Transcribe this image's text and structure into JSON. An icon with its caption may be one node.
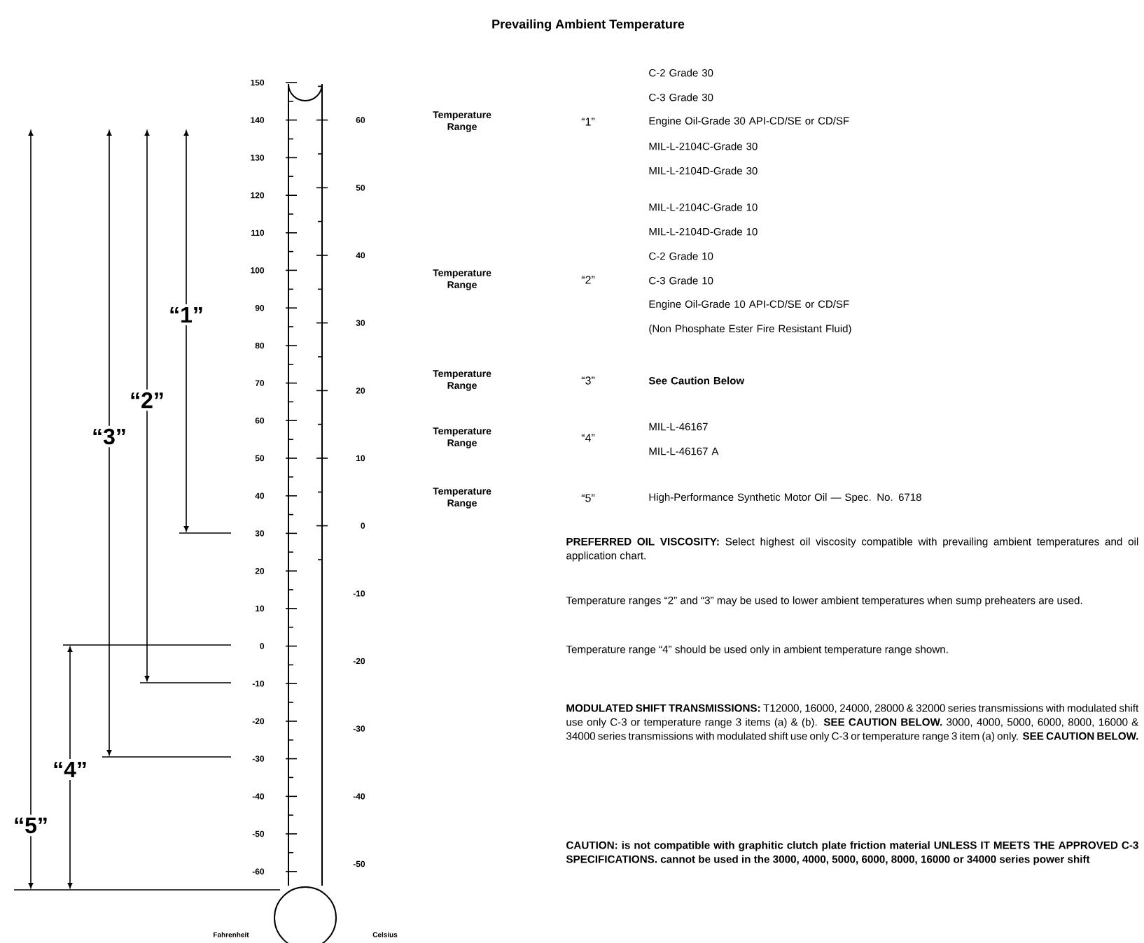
{
  "diagram": {
    "title": "Prevailing Ambient Temperature",
    "labels": [
      "150",
      "140",
      "130",
      "120",
      "110",
      "100",
      "90",
      "80",
      "70",
      "60",
      "50",
      "40",
      "30",
      "20",
      "10",
      "0",
      "-10",
      "-20",
      "-30",
      "-40",
      "-50",
      "-60",
      "60",
      "50",
      "40",
      "30",
      "20",
      "10",
      "0",
      "-10",
      "-20",
      "-30",
      "-40",
      "-50",
      "“1”",
      "“2”",
      "“3”",
      "“4”",
      "“5”",
      "Fahrenheit",
      "Celsius",
      "Temperature Range",
      "“1”",
      "C-2 Grade 30",
      "C-3 Grade 30",
      "Engine Oil-Grade 30 API-CD/SE or CD/SF",
      "MIL-L-2104C-Grade 30",
      "MIL-L-2104D-Grade 30",
      "Temperature Range",
      "“2”",
      "MIL-L-2104C-Grade 10",
      "MIL-L-2104D-Grade 10",
      "C-2 Grade 10",
      "C-3 Grade 10",
      "Engine Oil-Grade 10 API-CD/SE or CD/SF",
      "(Non Phosphate Ester Fire Resistant Fluid)",
      "Temperature Range",
      "“3”",
      "See Caution Below",
      "Temperature Range",
      "“4”",
      "MIL-L-46167",
      "MIL-L-46167 A",
      "Temperature Range",
      "“5”",
      "High-Performance Synthetic Motor Oil — Spec. No. 6718",
      "**PREFERRED OIL VISCOSITY:** Select highest oil viscosity compatible with prevailing ambient temperatures and oil application chart.",
      "Temperature ranges “2” and “3” may be used to lower ambient temperatures when sump preheaters are used.",
      "Temperature range “4” should be used only in ambient temperature range shown.",
      "**MODULATED SHIFT TRANSMISSIONS:** T12000, 16000, 24000, 28000 & 32000 series transmissions with modulated shift use only C-3 or temperature range 3 items (a) & (b). **SEE CAUTION BELOW.** 3000, 4000, 5000, 6000, 8000, 16000 & 34000 series transmissions with modulated shift use only C-3 or temperature range 3 item (a) only. **SEE CAUTION BELOW.**",
      "**CAUTION: is not compatible with graphitic clutch plate friction material UNLESS IT MEETS THE APPROVED C-3 SPECIFICATIONS. cannot be used in the 3000, 4000, 5000, 6000, 8000, 16000 or 34000 series power shift**"
    ]
  }
}
